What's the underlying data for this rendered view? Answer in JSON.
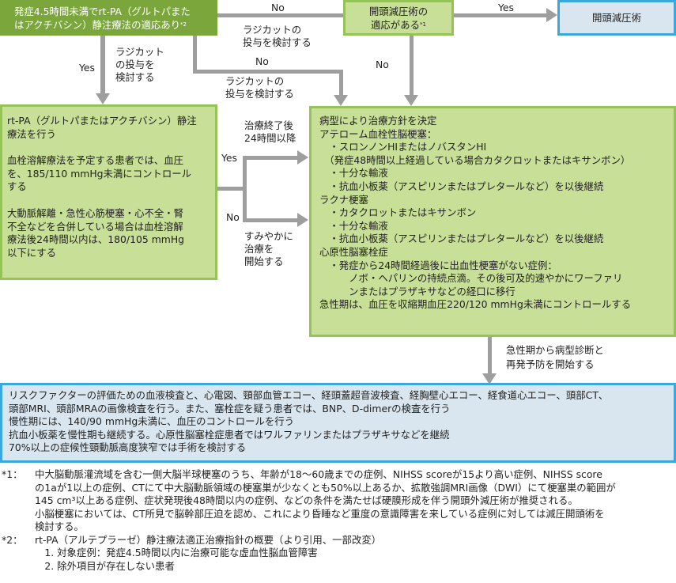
{
  "start_box": {
    "lines": [
      "発症4.5時間未満でrt-PA（グルトパまた",
      "はアクチバシン）静注療法の適応あり"
    ],
    "footnote_ref": "*2"
  },
  "craniotomy_question": {
    "lines": [
      "開頭減圧術の",
      "適応がある"
    ],
    "footnote_ref": "*1"
  },
  "craniotomy_box": {
    "text": "開頭減圧術"
  },
  "rtpa_box": {
    "paragraphs": [
      [
        "rt-PA（グルトパまたはアクチバシン）静注",
        "療法を行う"
      ],
      [
        "血栓溶解療法を予定する患者では、血圧",
        "を、185/110 mmHg未満にコントロール",
        "する"
      ],
      [
        "大動脈解離・急性心筋梗塞・心不全・腎",
        "不全などを合併している場合は血栓溶解",
        "療法後24時間以内は、180/105 mmHg",
        "以下にする"
      ]
    ]
  },
  "treatment_box": {
    "lines": [
      "病型により治療方針を決定",
      "アテローム血栓性脳梗塞：",
      "　・スロンノンHIまたはノバスタンHI",
      "　（発症48時間以上経過している場合カタクロットまたはキサンボン）",
      "　・十分な輸液",
      "　・抗血小板薬（アスピリンまたはプレタールなど）を以後継続",
      "ラクナ梗塞",
      "　・カタクロットまたはキサンボン",
      "　・十分な輸液",
      "　・抗血小板薬（アスピリンまたはプレタールなど）を以後継続",
      "心原性脳塞栓症",
      "　・発症から24時間経過後に出血性梗塞がない症例：",
      "　　　ノボ・ヘパリンの持続点滴。その後可及的速やかにワーファリ",
      "　　　ンまたはプラザキサなどの経口に移行",
      "急性期は、血圧を収縮期血圧220/120 mmHg未満にコントロールする"
    ]
  },
  "chronic_box": {
    "lines": [
      "リスクファクターの評価ための血液検査と、心電図、頸部血管エコー、経頭蓋超音波検査、経胸壁心エコー、経食道心エコー、頭部CT、",
      "頭部MRI、頭部MRAの画像検査を行う。また、塞栓症を疑う患者では、BNP、D-dimerの検査を行う",
      "慢性期には、140/90 mmHg未満に、血圧のコントロールを行う",
      "抗血小板薬を慢性期も継続する。心原性脳塞栓症患者ではワルファリンまたはプラザキサなどを継続",
      "70%以上の症候性頸動脈高度狭窄では手術を検討する"
    ]
  },
  "edge_labels": {
    "start_yes": "Yes",
    "start_yes_note": "ラジカット\nの投与を\n検討する",
    "start_no_top": "No",
    "start_no_top_note": "ラジカットの\n投与を検討する",
    "start_no_mid": "No",
    "start_no_mid_note": "ラジカットの\n投与を検討する",
    "cranio_yes": "Yes",
    "cranio_no": "No",
    "rtpa_yes": "Yes",
    "rtpa_yes_note": "治療終了後\n24時間以降",
    "rtpa_no": "No",
    "rtpa_no_note": "すみやかに\n治療を\n開始する",
    "treat_down_note": "急性期から病型診断と\n再発予防を開始する"
  },
  "footnotes": [
    {
      "mark": "*1：",
      "lines": [
        "中大脳動脈灌流域を含む一側大脳半球梗塞のうち、年齢が18～60歳までの症例、NIHSS scoreが15より高い症例、NIHSS score",
        "の1aが1以上の症例、CTにて中大脳動脈領域の梗塞巣が少なくとも50%以上あるか、拡散強調MRI画像（DWI）にて梗塞巣の範囲が",
        "145 cm³以上ある症例、症状発現後48時間以内の症例、などの条件を満たせば硬膜形成を伴う開頭外減圧術が推奨される。",
        "小脳梗塞においては、CT所見で脳幹部圧迫を認め、これにより昏睡など重度の意識障害を来している症例に対しては減圧開頭術を",
        "検討する。"
      ]
    },
    {
      "mark": "*2：",
      "lines": [
        "rt-PA（アルテプラーゼ）静注療法適正治療指針の概要（より引用、一部改変）",
        "　1. 対象症例：発症4.5時間以内に治療可能な虚血性脳血管障害",
        "　2. 除外項目が存在しない患者"
      ]
    }
  ]
}
